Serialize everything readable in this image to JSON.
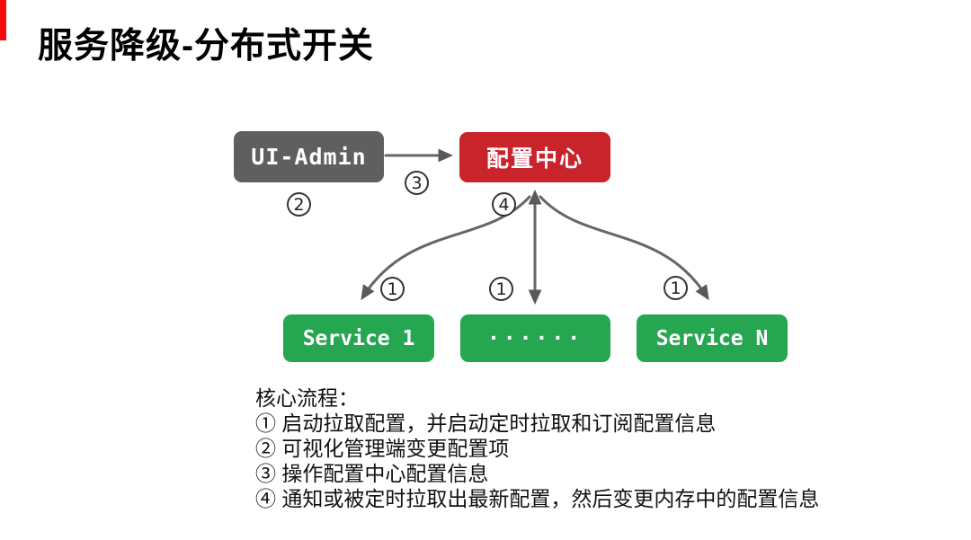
{
  "slide": {
    "title": "服务降级-分布式开关",
    "accent_color": "#f50a0a"
  },
  "diagram": {
    "nodes": {
      "ui_admin": {
        "label": "UI-Admin",
        "color": "#5f5f5f"
      },
      "config_center": {
        "label": "配置中心",
        "color": "#c9232b"
      },
      "service_1": {
        "label": "Service 1",
        "color": "#27a652"
      },
      "service_dots": {
        "label": "······",
        "color": "#27a652"
      },
      "service_n": {
        "label": "Service N",
        "color": "#27a652"
      }
    },
    "badges": {
      "one": "1",
      "two": "2",
      "three": "3",
      "four": "4"
    },
    "arrow_color": "#666666"
  },
  "notes": {
    "lines": [
      "核心流程：",
      "① 启动拉取配置，并启动定时拉取和订阅配置信息",
      "② 可视化管理端变更配置项",
      "③ 操作配置中心配置信息",
      "④ 通知或被定时拉取出最新配置，然后变更内存中的配置信息"
    ]
  }
}
